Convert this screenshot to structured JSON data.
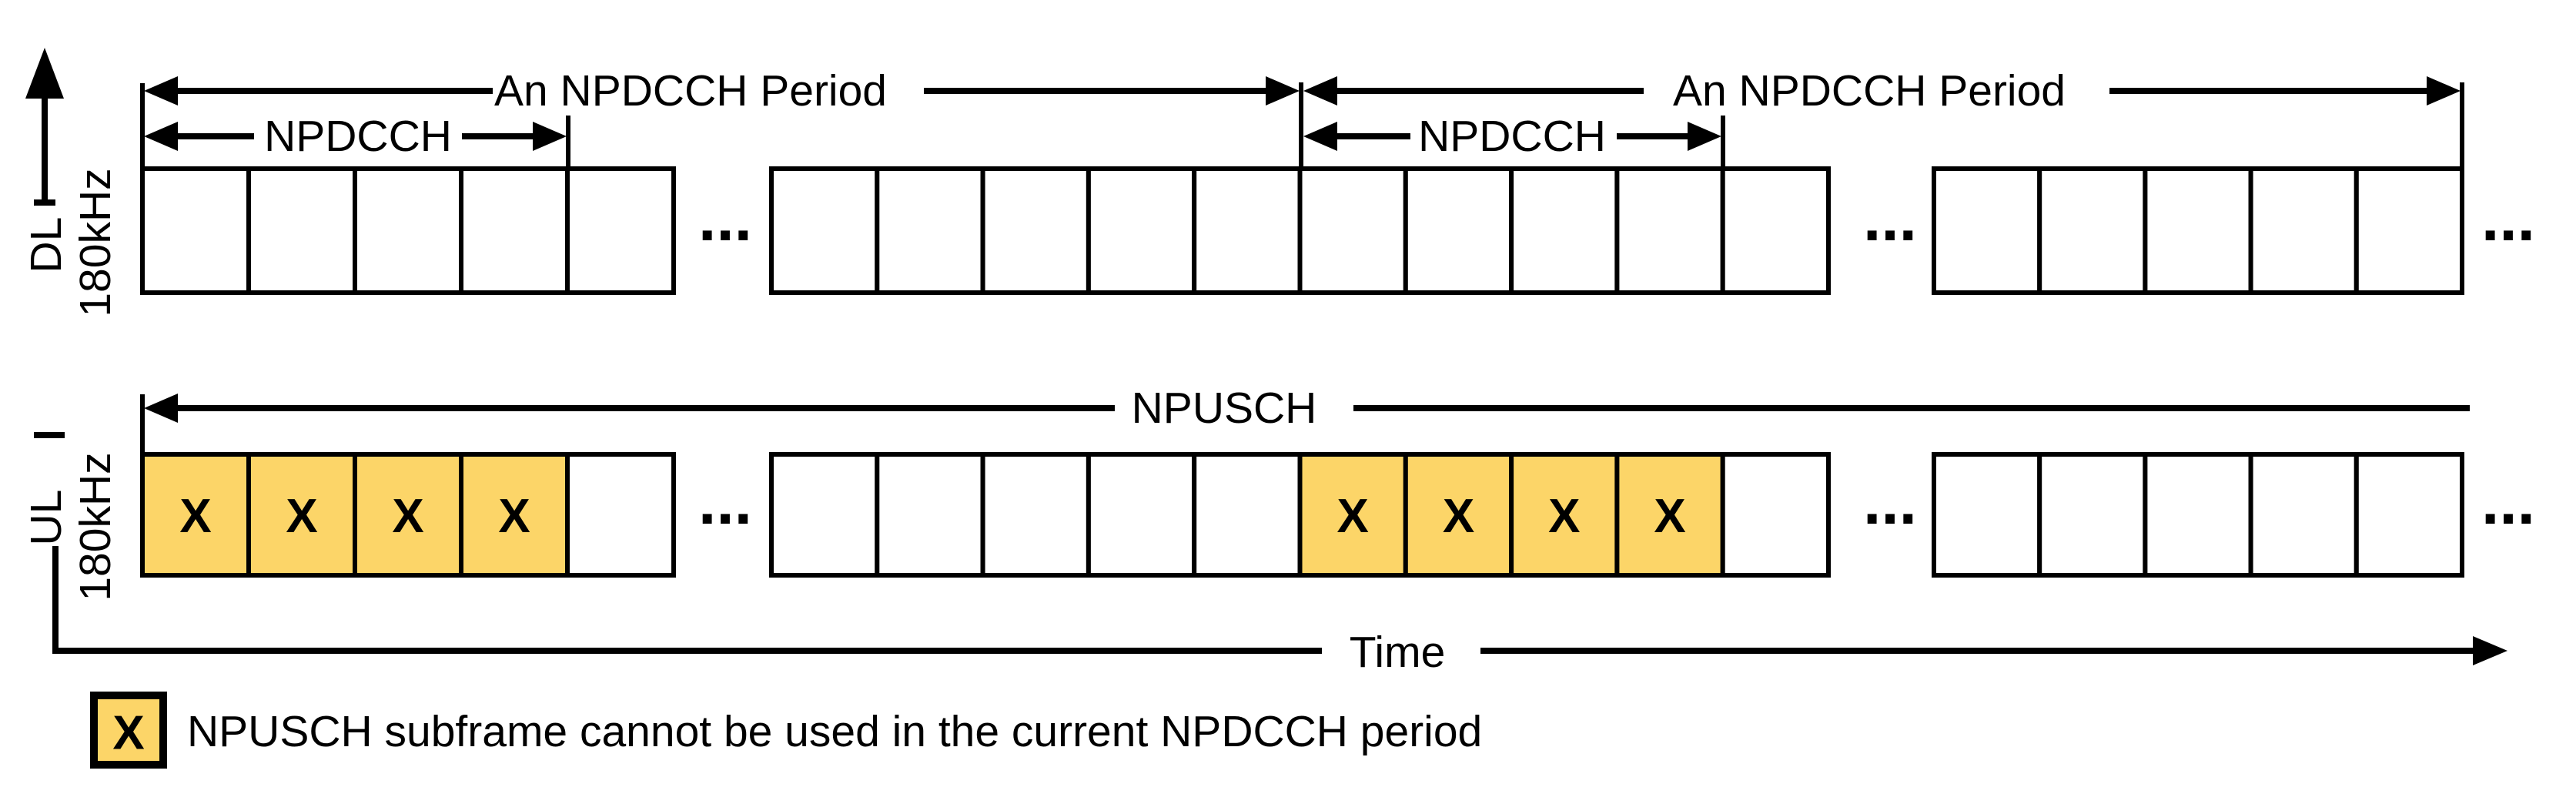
{
  "colors": {
    "highlight": "#FCD568",
    "ink": "#000000",
    "background": "#FFFFFF"
  },
  "freq_axis": {
    "dl_label": "DL",
    "dl_bandwidth": "180kHz",
    "ul_label": "UL",
    "ul_bandwidth": "180kHz"
  },
  "time_axis": {
    "label": "Time"
  },
  "measures": {
    "period1_label": "An NPDCCH Period",
    "period2_label": "An NPDCCH Period",
    "npdcch1_label": "NPDCCH",
    "npdcch2_label": "NPDCCH",
    "npusch_label": "NPUSCH"
  },
  "ellipsis": "...",
  "subframe_marker": "X",
  "rows": {
    "dl": {
      "name": "downlink-subframes",
      "groups": [
        {
          "count": 5,
          "highlighted": []
        },
        {
          "count": 10,
          "highlighted": []
        },
        {
          "count": 5,
          "highlighted": []
        }
      ]
    },
    "ul": {
      "name": "uplink-subframes",
      "groups": [
        {
          "count": 5,
          "highlighted": [
            0,
            1,
            2,
            3
          ]
        },
        {
          "count": 10,
          "highlighted": [
            5,
            6,
            7,
            8
          ]
        },
        {
          "count": 5,
          "highlighted": []
        }
      ]
    }
  },
  "legend": {
    "marker": "X",
    "description": "NPUSCH subframe cannot be used in the current NPDCCH period"
  }
}
